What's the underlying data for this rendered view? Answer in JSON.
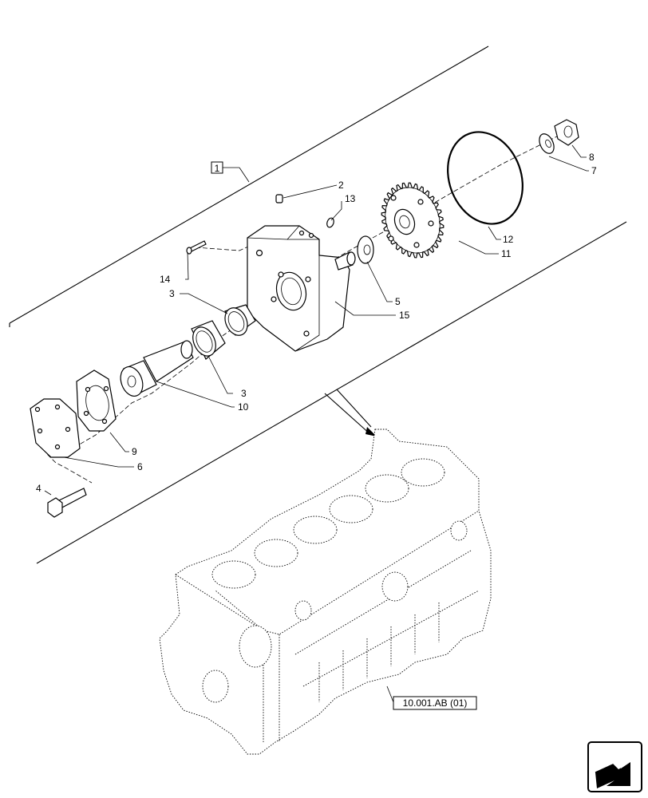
{
  "group_label": "1",
  "reference_label": "10.001.AB (01)",
  "callouts": {
    "c2": "2",
    "c13": "13",
    "c14": "14",
    "c3a": "3",
    "c3b": "3",
    "c15": "15",
    "c5": "5",
    "c11": "11",
    "c12": "12",
    "c7": "7",
    "c8": "8",
    "c10": "10",
    "c9": "9",
    "c6": "6",
    "c4": "4"
  },
  "nav_icon": "next-arrow-icon"
}
